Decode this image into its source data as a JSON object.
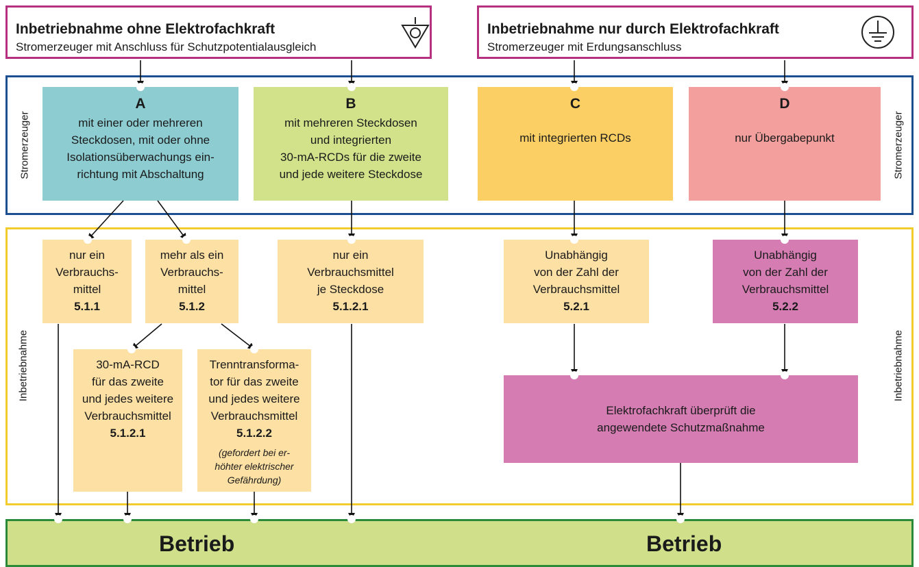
{
  "colors": {
    "header_border": "#b5307e",
    "stromerzeuger_border": "#1c4f8f",
    "inbetriebnahme_border": "#f2cb2d",
    "betrieb_border": "#2a8a3a",
    "betrieb_fill": "#cfdf8a",
    "box_a": "#8dcdd2",
    "box_b": "#d1e28b",
    "box_c": "#fccf64",
    "box_d": "#f29f9d",
    "box_light": "#fde0a4",
    "box_magenta": "#d57db3"
  },
  "header_left": {
    "title": "Inbetriebnahme ohne Elektrofachkraft",
    "subtitle": "Stromerzeuger mit Anschluss für Schutzpotentialausgleich",
    "icon": "equipotential-bonding-icon"
  },
  "header_right": {
    "title": "Inbetriebnahme nur durch Elektrofachkraft",
    "subtitle": "Stromerzeuger mit Erdungsanschluss",
    "icon": "earth-ground-icon"
  },
  "stromerzeuger": {
    "side_label": "Stromerzeuger",
    "boxes": [
      {
        "letter": "A",
        "lines": [
          "mit einer oder mehreren",
          "Steckdosen, mit oder ohne",
          "Isolationsüberwachungs ein-",
          "richtung mit Abschaltung"
        ]
      },
      {
        "letter": "B",
        "lines": [
          "mit mehreren Steckdosen",
          "und integrierten",
          "30-mA-RCDs für die zweite",
          "und jede weitere Steckdose"
        ]
      },
      {
        "letter": "C",
        "lines": [
          "mit integrierten RCDs"
        ]
      },
      {
        "letter": "D",
        "lines": [
          "nur Übergabepunkt"
        ]
      }
    ]
  },
  "inbetriebnahme": {
    "side_label": "Inbetriebnahme",
    "boxes": [
      {
        "lines": [
          "nur ein",
          "Verbrauchs-",
          "mittel"
        ],
        "code": "5.1.1"
      },
      {
        "lines": [
          "mehr als ein",
          "Verbrauchs-",
          "mittel"
        ],
        "code": "5.1.2"
      },
      {
        "lines": [
          "nur ein",
          "Verbrauchsmittel",
          "je Steckdose"
        ],
        "code": "5.1.2.1"
      },
      {
        "lines": [
          "Unabhängig",
          "von der Zahl der",
          "Verbrauchsmittel"
        ],
        "code": "5.2.1"
      },
      {
        "lines": [
          "Unabhängig",
          "von der Zahl der",
          "Verbrauchsmittel"
        ],
        "code": "5.2.2"
      },
      {
        "lines": [
          "30-mA-RCD",
          "für das zweite",
          "und jedes weitere",
          "Verbrauchsmittel"
        ],
        "code": "5.1.2.1"
      },
      {
        "lines": [
          "Trenntransforma-",
          "tor für das zweite",
          "und jedes weitere",
          "Verbrauchsmittel"
        ],
        "code": "5.1.2.2",
        "note": [
          "(gefordert bei er-",
          "höhter elektrischer",
          "Gefährdung)"
        ]
      },
      {
        "lines": [
          "Elektrofachkraft überprüft die",
          "angewendete Schutzmaßnahme"
        ]
      }
    ]
  },
  "betrieb": {
    "left": "Betrieb",
    "right": "Betrieb"
  }
}
